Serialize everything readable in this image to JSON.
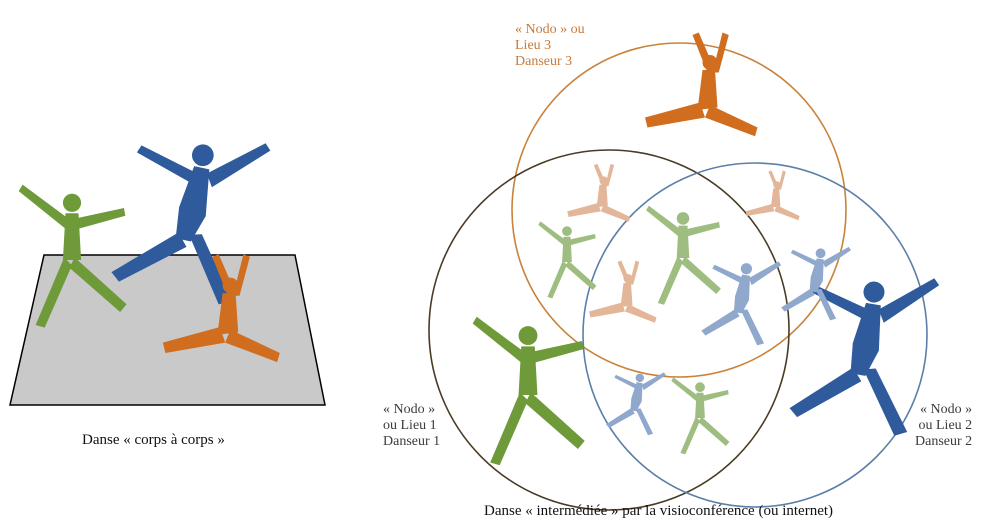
{
  "left_panel": {
    "caption": "Danse « corps à corps »"
  },
  "right_panel": {
    "caption": "Danse « intermédiée » par la visioconférence (ou internet)",
    "node3": {
      "line1": "« Nodo » ou",
      "line2": "Lieu 3",
      "line3": "Danseur 3"
    },
    "node1": {
      "line1": "« Nodo »",
      "line2": "ou Lieu 1",
      "line3": "Danseur 1"
    },
    "node2": {
      "line1": "« Nodo »",
      "line2": "ou Lieu 2",
      "line3": "Danseur 2"
    }
  },
  "colors": {
    "green": "#6f9a3a",
    "blue": "#2f5b9c",
    "orange": "#d06d1e",
    "floor": "#c9c9c9",
    "circle1": "#4a3a26",
    "circle2": "#5a7fa8",
    "circle3": "#c8833a",
    "label_orange": "#c77a3a",
    "label_dark": "#3b3b3b"
  }
}
